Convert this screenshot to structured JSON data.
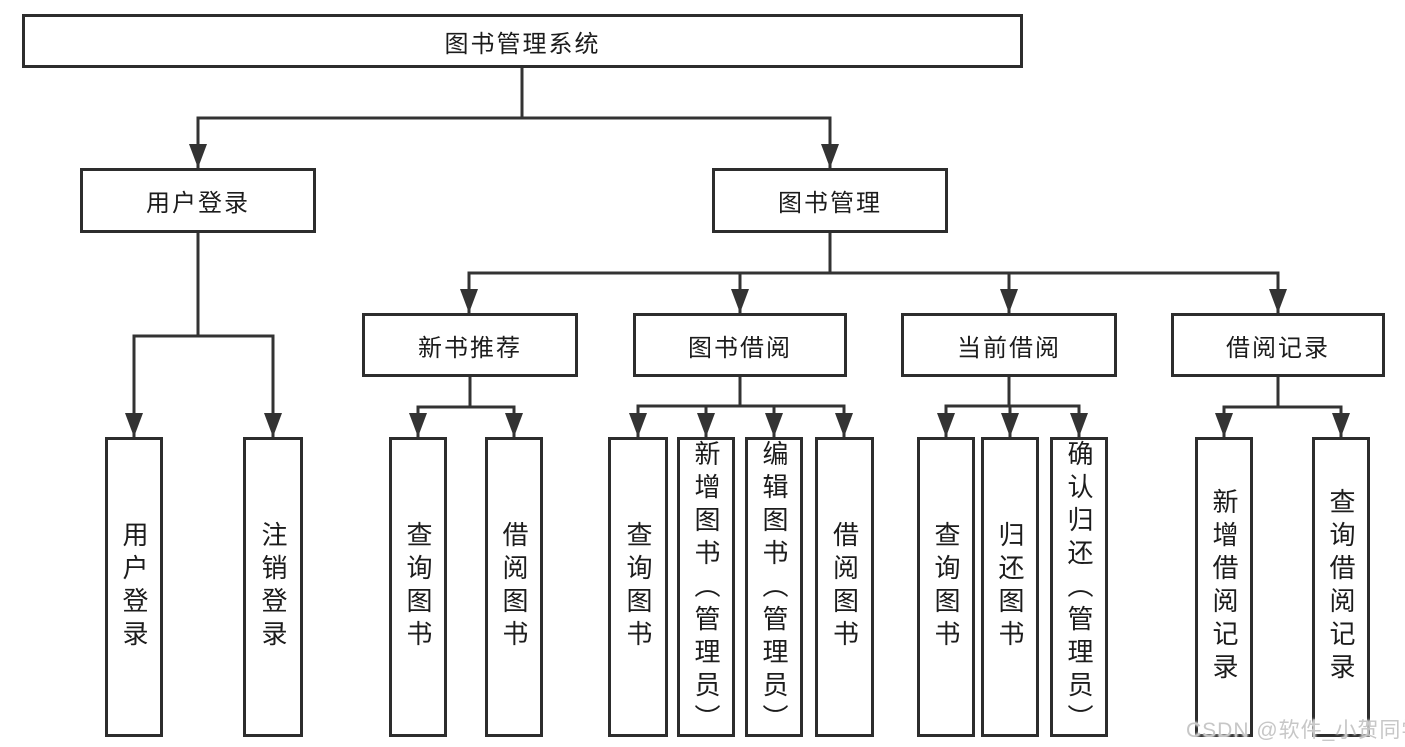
{
  "diagram_title": "图书管理系统",
  "tree": {
    "root": {
      "label": "图书管理系统"
    },
    "branches": [
      {
        "label": "用户登录",
        "children": [
          {
            "label": "用户登录"
          },
          {
            "label": "注销登录"
          }
        ]
      },
      {
        "label": "图书管理",
        "children": [
          {
            "label": "新书推荐",
            "children": [
              {
                "label": "查询图书"
              },
              {
                "label": "借阅图书"
              }
            ]
          },
          {
            "label": "图书借阅",
            "children": [
              {
                "label": "查询图书"
              },
              {
                "label": "新增图书（管理员）"
              },
              {
                "label": "编辑图书（管理员）"
              },
              {
                "label": "借阅图书"
              }
            ]
          },
          {
            "label": "当前借阅",
            "children": [
              {
                "label": "查询图书"
              },
              {
                "label": "归还图书"
              },
              {
                "label": "确认归还（管理员）"
              }
            ]
          },
          {
            "label": "借阅记录",
            "children": [
              {
                "label": "新增借阅记录"
              },
              {
                "label": "查询借阅记录"
              }
            ]
          }
        ]
      }
    ]
  },
  "watermark": "CSDN @软件_小贺同学",
  "colors": {
    "line": "#333333",
    "box_border": "#2d2d2d",
    "text": "#1c1c1c",
    "watermark": "#c7c7c7",
    "background": "#ffffff"
  }
}
